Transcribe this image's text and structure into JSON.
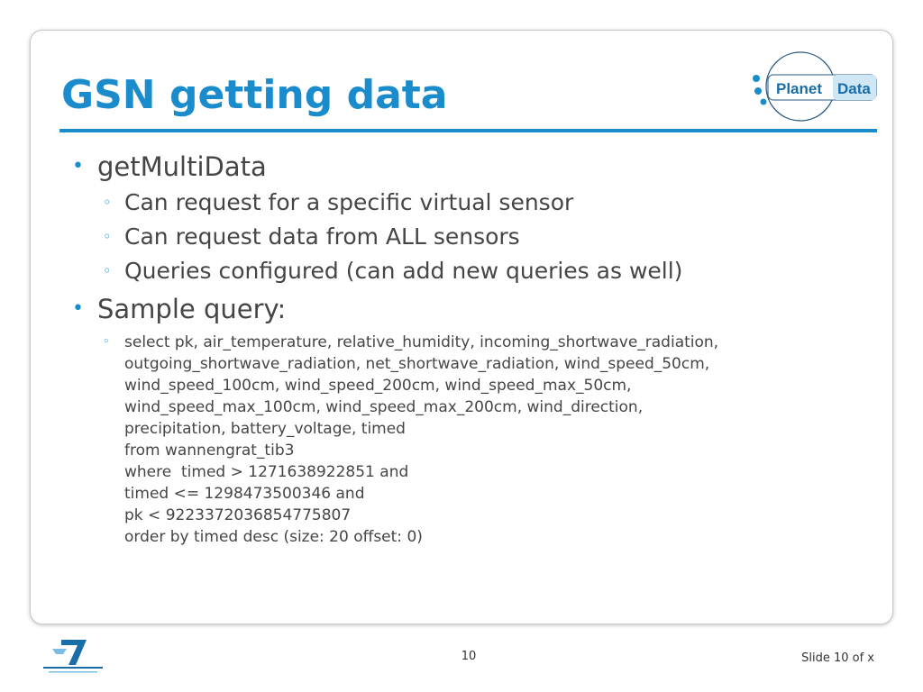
{
  "slide": {
    "title": "GSN getting data",
    "logo_text": {
      "planet": "Planet",
      "data": "Data"
    },
    "bullets": [
      {
        "text": "getMultiData",
        "subitems": [
          "Can request for a specific virtual sensor",
          "Can request data from ALL sensors",
          "Queries configured (can add new queries as well)"
        ]
      },
      {
        "text": "Sample query:",
        "query_lines": [
          "select pk, air_temperature, relative_humidity, incoming_shortwave_radiation,",
          "outgoing_shortwave_radiation, net_shortwave_radiation, wind_speed_50cm,",
          "wind_speed_100cm, wind_speed_200cm, wind_speed_max_50cm,",
          "wind_speed_max_100cm, wind_speed_max_200cm, wind_direction,",
          "precipitation, battery_voltage, timed",
          "from wannengrat_tib3",
          "where  timed > 1271638922851 and",
          "timed <= 1298473500346 and",
          "pk < 9223372036854775807",
          "order by timed desc (size: 20 offset: 0)"
        ]
      }
    ]
  },
  "footer": {
    "page_number": "10",
    "slide_label": "Slide 10 of x"
  },
  "colors": {
    "accent": "#1a8ccc",
    "text": "#454545"
  }
}
